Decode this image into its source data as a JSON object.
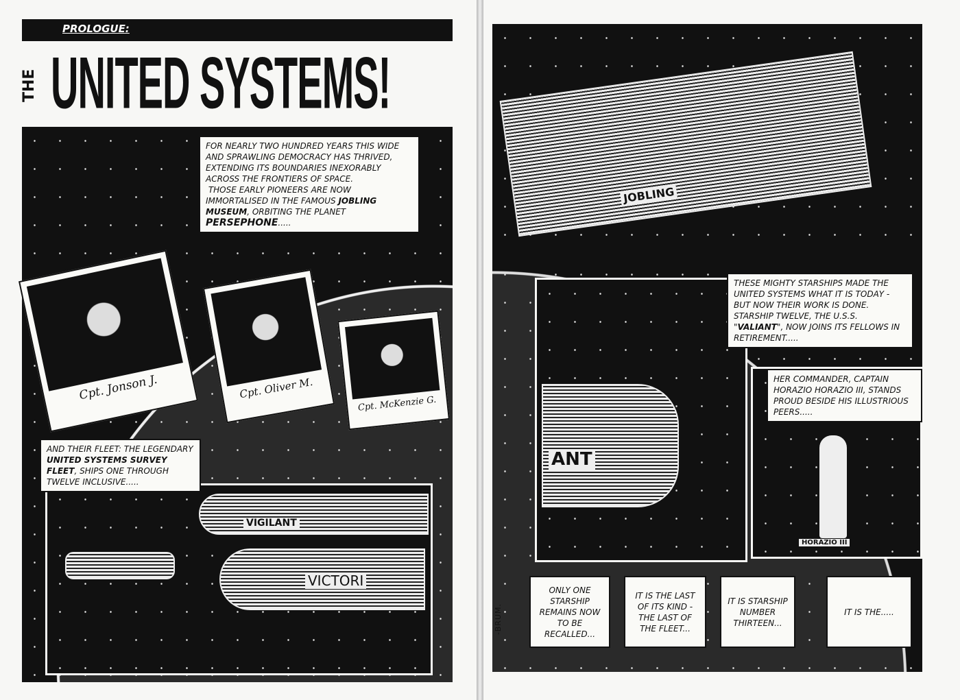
{
  "left_page": {
    "prologue": "PROLOGUE:",
    "title_the": "THE",
    "title": "UNITED SYSTEMS!",
    "caption_intro": {
      "text1": "For nearly two hundred years this wide and sprawling democracy has thrived, extending its boundaries inexorably across the frontiers of Space.",
      "text2a": "Those early pioneers are now immortalised in the famous",
      "museum": "Jobling Museum",
      "text2b": ", orbiting the planet",
      "planet": "Persephone",
      "text2c": "....."
    },
    "portraits": [
      "Cpt. Jonson J.",
      "Cpt. Oliver M.",
      "Cpt. McKenzie G."
    ],
    "caption_fleet": {
      "text1": "And their fleet: The legendary",
      "fleet_name": "United Systems Survey Fleet",
      "text2": ", ships one through twelve inclusive....."
    },
    "ship_labels": [
      "VIGILANT",
      "VICTORI"
    ]
  },
  "right_page": {
    "ship_label": "JOBLING",
    "caption_starships": {
      "text1": "These mighty starships made the United Systems what it is today - but now their work is done. Starship Twelve, the U.S.S. \"",
      "ship": "Valiant",
      "text2": "\", now joins its fellows in retirement....."
    },
    "hull_label": "ANT",
    "caption_commander": "Her commander, Captain Horazio Horazio III, stands proud beside his illustrious peers.....",
    "statue_plaque": "HORAZIO III",
    "bottom_captions": [
      "Only one starship remains now to be recalled...",
      "It is the last of its kind - the last of the fleet...",
      "It is starship number thirteen...",
      "It is the....."
    ],
    "signature": "-BRUM."
  }
}
